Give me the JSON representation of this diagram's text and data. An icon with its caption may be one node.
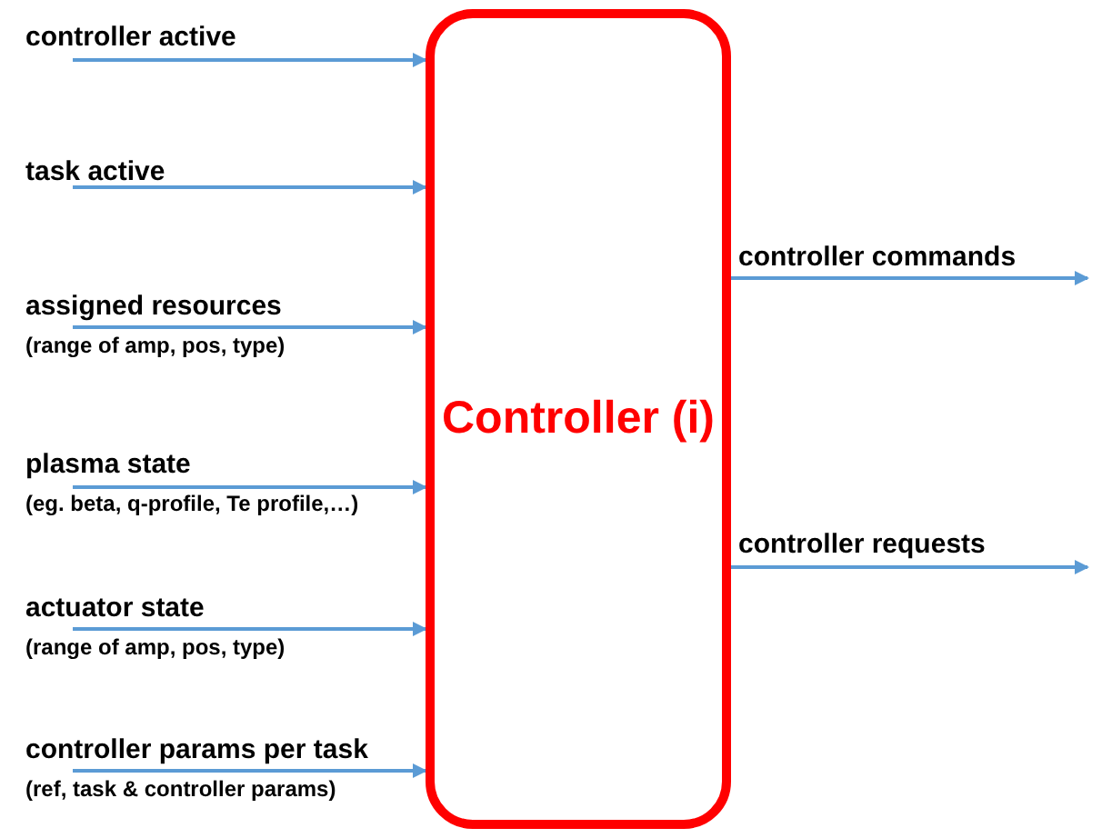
{
  "diagram": {
    "nodes": [
      {
        "text": [
          "Controller (i)"
        ]
      },
      {
        "text": [
          "controller active"
        ]
      },
      {
        "text": [
          "task active"
        ]
      },
      {
        "text": [
          "assigned resources",
          "(range of amp, pos, type)"
        ]
      },
      {
        "text": [
          "plasma state",
          "(eg. beta, q-profile, Te profile,…)"
        ]
      },
      {
        "text": [
          "actuator state",
          "(range of amp, pos, type)"
        ]
      },
      {
        "text": [
          "controller params per task",
          "(ref, task & controller params)"
        ]
      }
    ],
    "edges": [
      {
        "from": 1,
        "to": 0,
        "arrow": "to"
      },
      {
        "from": 2,
        "to": 0,
        "arrow": "to"
      },
      {
        "from": 3,
        "to": 0,
        "arrow": "to"
      },
      {
        "from": 4,
        "to": 0,
        "arrow": "to"
      },
      {
        "from": 5,
        "to": 0,
        "arrow": "to"
      },
      {
        "from": 6,
        "to": 0,
        "arrow": "to"
      },
      {
        "from": 0,
        "to": null,
        "arrow": "to",
        "label": "controller commands"
      },
      {
        "from": 0,
        "to": null,
        "arrow": "to",
        "label": "controller requests"
      }
    ]
  }
}
